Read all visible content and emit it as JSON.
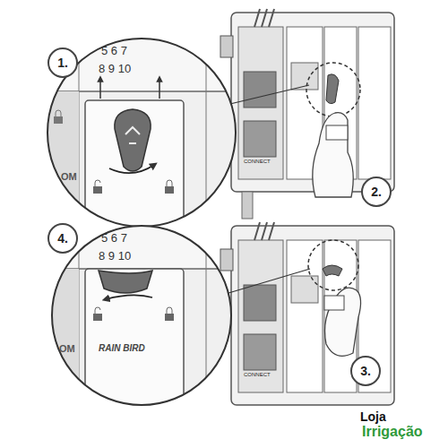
{
  "diagram": {
    "nodes": [
      {
        "text": [
          "1."
        ]
      },
      {
        "text": [
          "2."
        ]
      },
      {
        "text": [
          "4."
        ]
      },
      {
        "text": [
          "3."
        ]
      }
    ],
    "labels": [
      "5 6 7",
      "8 9 10",
      "OM",
      "5 6 7",
      "8 9 10",
      "OM",
      "RAIN BIRD",
      "CONNECT",
      "CONNECT",
      "Loja",
      "Irrigação"
    ]
  }
}
